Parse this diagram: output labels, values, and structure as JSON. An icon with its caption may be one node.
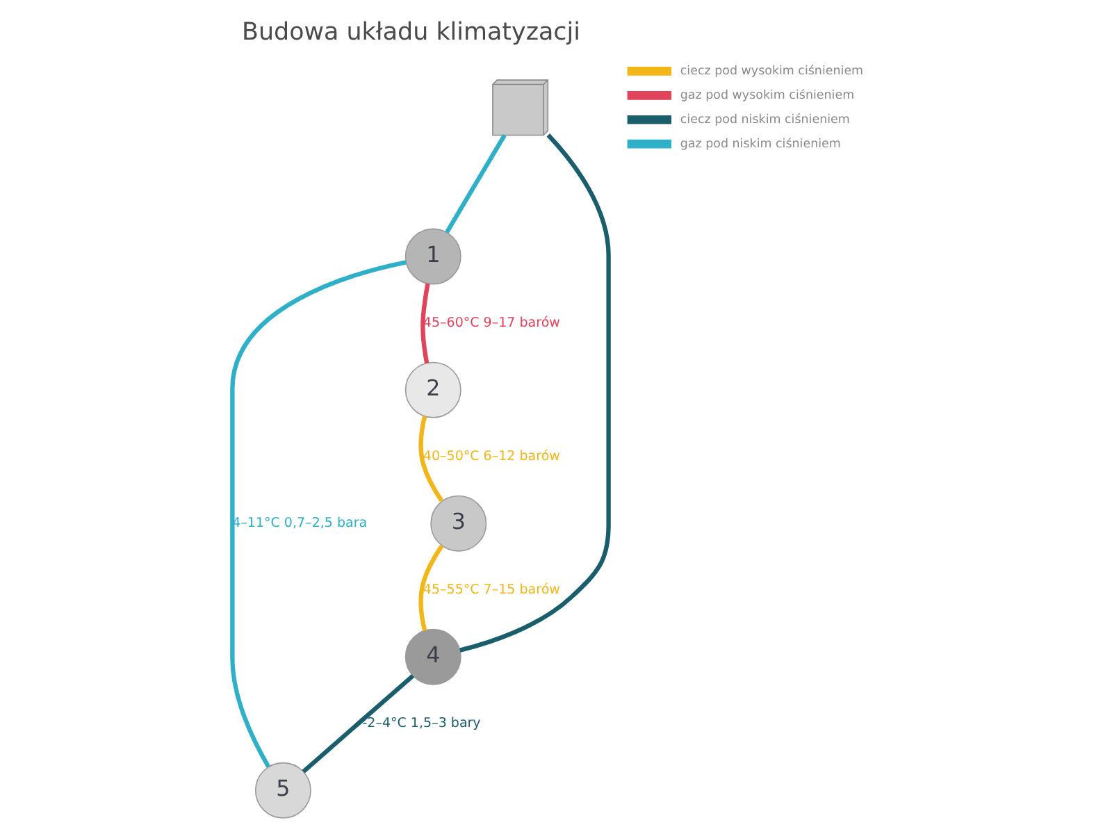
{
  "diagram": {
    "title": "Budowa układu klimatyzacji",
    "nodes": [
      {
        "text": [],
        "shape": "picture"
      },
      {
        "text": [
          "5"
        ]
      },
      {
        "text": [
          "4"
        ]
      },
      {
        "text": [
          "3"
        ]
      },
      {
        "text": [
          "1"
        ]
      },
      {
        "text": [
          "2"
        ]
      }
    ],
    "edges": [
      {
        "from": 4,
        "to": 5,
        "arrow": "none",
        "label": "45–60°C 9–17 barów",
        "color": "#e0435a"
      },
      {
        "from": 5,
        "to": 3,
        "arrow": "none",
        "label": "40–50°C 6–12 barów",
        "color": "#f2b619"
      },
      {
        "from": 3,
        "to": 2,
        "arrow": "none",
        "label": "45–55°C 7–15 barów",
        "color": "#f2b619"
      },
      {
        "from": 2,
        "to": 1,
        "arrow": "none",
        "label": "-2–4°C 1,5–3 bary",
        "color": "#1b5e6b"
      },
      {
        "from": 2,
        "to": 0,
        "arrow": "none",
        "color": "#1b5e6b"
      },
      {
        "from": 1,
        "to": 4,
        "arrow": "none",
        "label": "4–11°C 0,7–2,5 bara",
        "color": "#2fb0c8"
      },
      {
        "from": 0,
        "to": 4,
        "arrow": "none",
        "color": "#2fb0c8"
      }
    ],
    "legend": [
      {
        "text": "ciecz pod wysokim ciśnieniem",
        "color": "#f2b619"
      },
      {
        "text": "gaz pod wysokim ciśnieniem",
        "color": "#e0435a"
      },
      {
        "text": "ciecz pod niskim ciśnieniem",
        "color": "#1b5e6b"
      },
      {
        "text": "gaz pod niskim ciśnieniem",
        "color": "#2fb0c8"
      }
    ]
  }
}
